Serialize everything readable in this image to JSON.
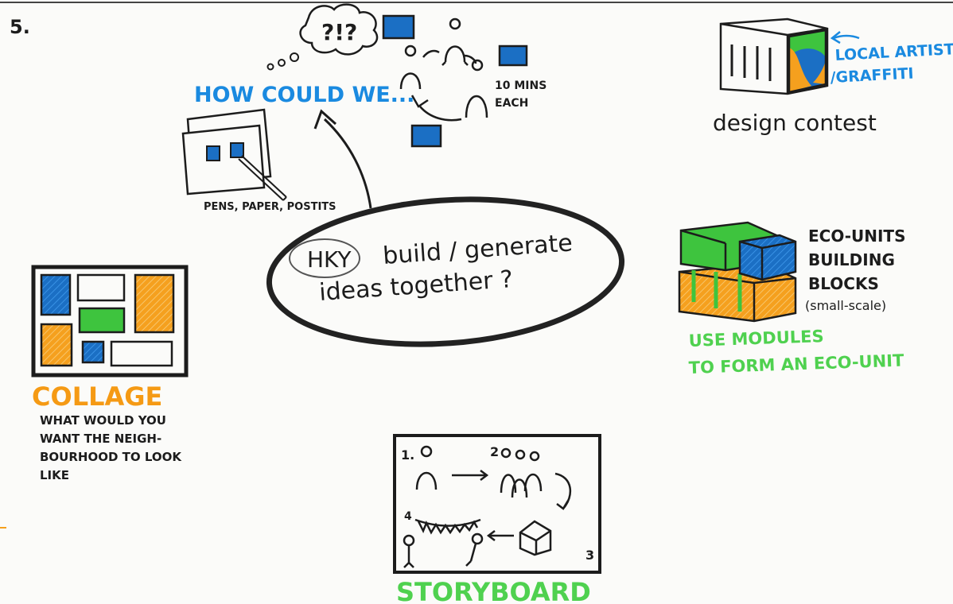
{
  "page_number": "5.",
  "colors": {
    "ink": "#1c1c1c",
    "blue": "#1a8ae0",
    "blue_fill": "#1b6fc4",
    "orange": "#f5a01e",
    "green": "#3ec43e",
    "green_text": "#4fd14f",
    "orange_text": "#f59a14"
  },
  "center": {
    "hky": "HKY",
    "line1": "build / generate",
    "line2": "ideas together ?"
  },
  "how_could_we": {
    "heading": "HOW COULD WE...",
    "thought": "?!?",
    "duration_line1": "10 MINS",
    "duration_line2": "EACH"
  },
  "materials": {
    "label": "PENS, PAPER, POSTITS"
  },
  "design_contest": {
    "annotation_line1": "LOCAL ARTIST",
    "annotation_line2": "/GRAFFITI",
    "caption": "design contest"
  },
  "eco_units": {
    "line1": "ECO-UNITS",
    "line2": "BUILDING",
    "line3": "BLOCKS",
    "line4": "(small-scale)",
    "caption_line1": "USE MODULES",
    "caption_line2": "TO FORM AN ECO-UNIT"
  },
  "collage": {
    "title": "COLLAGE",
    "desc_line1": "WHAT WOULD YOU",
    "desc_line2": "WANT THE NEIGH-",
    "desc_line3": "BOURHOOD TO LOOK",
    "desc_line4": "LIKE"
  },
  "storyboard": {
    "title": "STORYBOARD",
    "step1": "1.",
    "step2": "2",
    "step3": "3",
    "step4": "4"
  }
}
